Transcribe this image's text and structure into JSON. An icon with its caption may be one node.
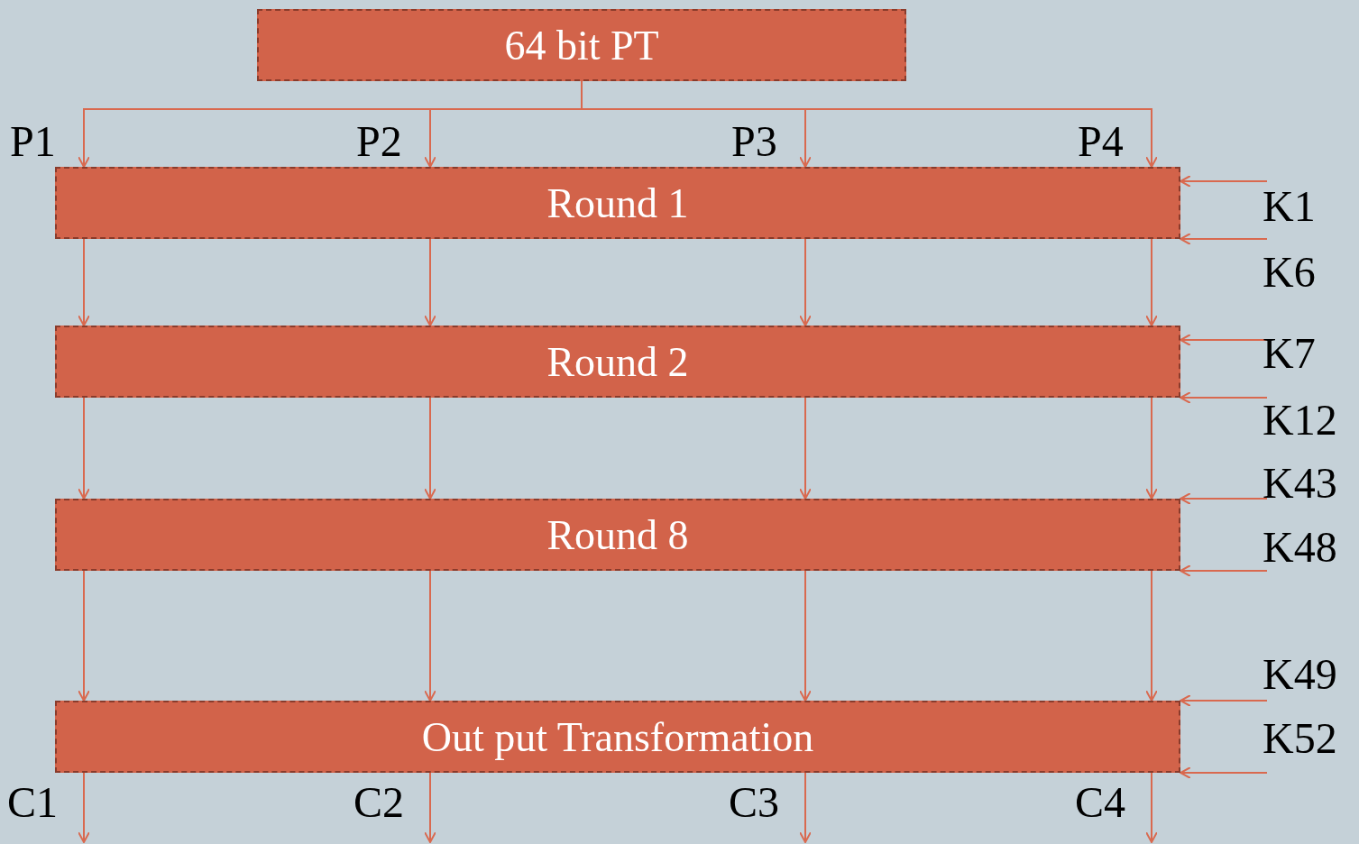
{
  "diagram": {
    "nodes": [
      {
        "text": [
          "64 bit PT"
        ]
      },
      {
        "text": [
          "Round 1"
        ]
      },
      {
        "text": [
          "Round 2"
        ]
      },
      {
        "text": [
          "Round 8"
        ]
      },
      {
        "text": [
          "Out put Transformation"
        ]
      }
    ],
    "edges": [
      {
        "from": 0,
        "to": 1,
        "arrow": "to",
        "label": "P1"
      },
      {
        "from": 0,
        "to": 1,
        "arrow": "to",
        "label": "P2"
      },
      {
        "from": 0,
        "to": 1,
        "arrow": "to",
        "label": "P3"
      },
      {
        "from": 0,
        "to": 1,
        "arrow": "to",
        "label": "P4"
      },
      {
        "from": 1,
        "to": 2,
        "arrow": "to"
      },
      {
        "from": 1,
        "to": 2,
        "arrow": "to"
      },
      {
        "from": 1,
        "to": 2,
        "arrow": "to"
      },
      {
        "from": 1,
        "to": 2,
        "arrow": "to"
      },
      {
        "from": 2,
        "to": 3,
        "arrow": "to"
      },
      {
        "from": 2,
        "to": 3,
        "arrow": "to"
      },
      {
        "from": 2,
        "to": 3,
        "arrow": "to"
      },
      {
        "from": 2,
        "to": 3,
        "arrow": "to"
      },
      {
        "from": 3,
        "to": 4,
        "arrow": "to"
      },
      {
        "from": 3,
        "to": 4,
        "arrow": "to"
      },
      {
        "from": 3,
        "to": 4,
        "arrow": "to"
      },
      {
        "from": 3,
        "to": 4,
        "arrow": "to"
      },
      {
        "from": 4,
        "to": null,
        "arrow": "to",
        "label": "C1"
      },
      {
        "from": 4,
        "to": null,
        "arrow": "to",
        "label": "C2"
      },
      {
        "from": 4,
        "to": null,
        "arrow": "to",
        "label": "C3"
      },
      {
        "from": 4,
        "to": null,
        "arrow": "to",
        "label": "C4"
      },
      {
        "from": null,
        "to": 1,
        "arrow": "to",
        "label": "K1"
      },
      {
        "from": null,
        "to": 1,
        "arrow": "to",
        "label": "K6"
      },
      {
        "from": null,
        "to": 2,
        "arrow": "to",
        "label": "K7"
      },
      {
        "from": null,
        "to": 2,
        "arrow": "to",
        "label": "K12"
      },
      {
        "from": null,
        "to": 3,
        "arrow": "to",
        "label": "K43"
      },
      {
        "from": null,
        "to": 3,
        "arrow": "to",
        "label": "K48"
      },
      {
        "from": null,
        "to": 4,
        "arrow": "to",
        "label": "K49"
      },
      {
        "from": null,
        "to": 4,
        "arrow": "to",
        "label": "K52"
      }
    ]
  }
}
